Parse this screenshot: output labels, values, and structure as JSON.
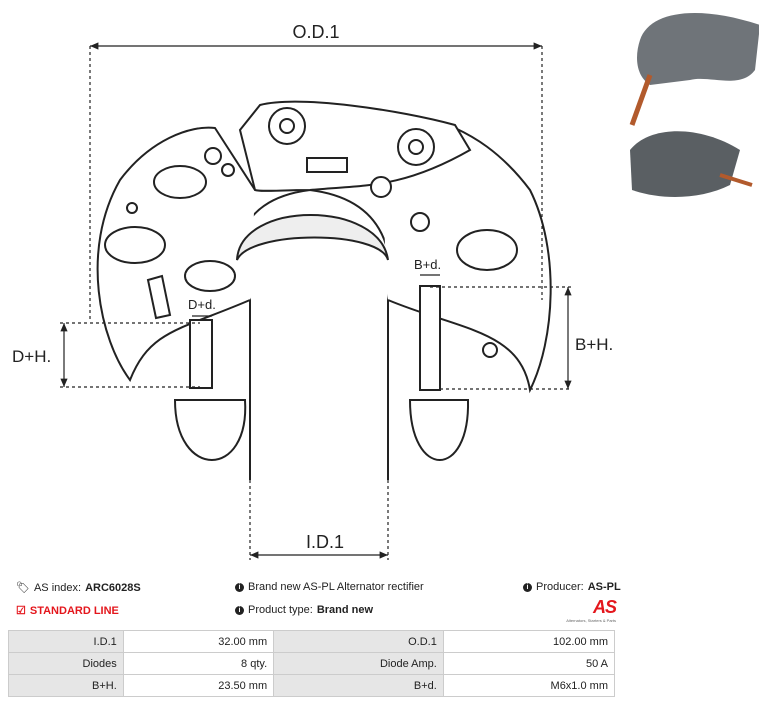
{
  "diagram": {
    "od_label": "O.D.1",
    "id_label": "I.D.1",
    "dh_label": "D+H.",
    "bh_label": "B+H.",
    "dd_label": "D+d.",
    "bd_label": "B+d."
  },
  "info": {
    "as_index_label": "AS index:",
    "as_index_value": "ARC6028S",
    "standard_line": "STANDARD LINE",
    "description": "Brand new AS-PL Alternator rectifier",
    "product_type_label": "Product type:",
    "product_type_value": "Brand new",
    "producer_label": "Producer:",
    "producer_value": "AS-PL",
    "logo_text": "AS",
    "logo_sub": "Alternators, Starters & Parts"
  },
  "specs": [
    [
      "I.D.1",
      "32.00 mm",
      "O.D.1",
      "102.00 mm"
    ],
    [
      "Diodes",
      "8 qty.",
      "Diode Amp.",
      "50 A"
    ],
    [
      "B+H.",
      "23.50 mm",
      "B+d.",
      "M6x1.0 mm"
    ]
  ]
}
